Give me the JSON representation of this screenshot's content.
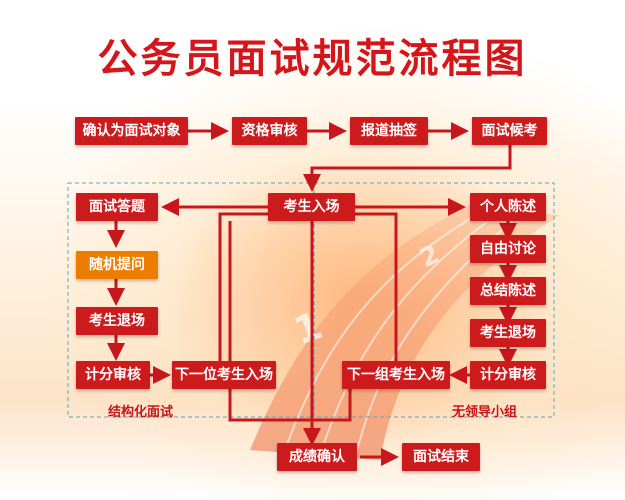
{
  "title": "公务员面试规范流程图",
  "nodes": {
    "confirm_target": "确认为面试对象",
    "qualification": "资格审核",
    "report_draw": "报道抽签",
    "wait": "面试候考",
    "enter": "考生入场",
    "answer": "面试答题",
    "random_q": "随机提问",
    "exit_left": "考生退场",
    "score_left": "计分审核",
    "next_candidate": "下一位考生入场",
    "next_group": "下一组考生入场",
    "personal": "个人陈述",
    "free_discuss": "自由讨论",
    "summary": "总结陈述",
    "exit_right": "考生退场",
    "score_right": "计分审核",
    "result_confirm": "成绩确认",
    "end": "面试结束"
  },
  "regions": {
    "structured": "结构化面试",
    "leaderless": "无领导小组"
  },
  "colors": {
    "title": "#d4161b",
    "node": "#cc1b1c",
    "highlight": "#ec7d00",
    "arrow": "#c8161d",
    "dashed_border": "#59a6c8"
  }
}
